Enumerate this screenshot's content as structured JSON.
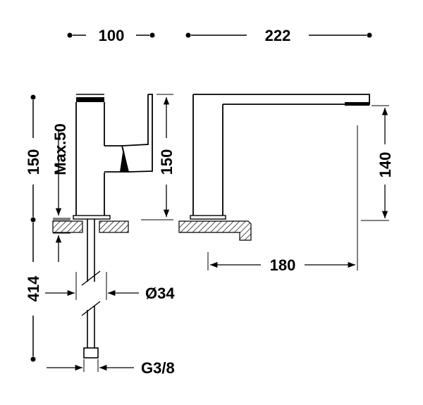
{
  "dimensions": {
    "top_width_left": "100",
    "top_width_right": "222",
    "height_left": "150",
    "max_label": "Max.50",
    "height_mid": "150",
    "height_right": "140",
    "spout_reach": "180",
    "pipe_length": "414",
    "hole_diameter": "Ø34",
    "connection_thread": "G3/8"
  },
  "colors": {
    "line": "#000000",
    "background": "#ffffff"
  }
}
